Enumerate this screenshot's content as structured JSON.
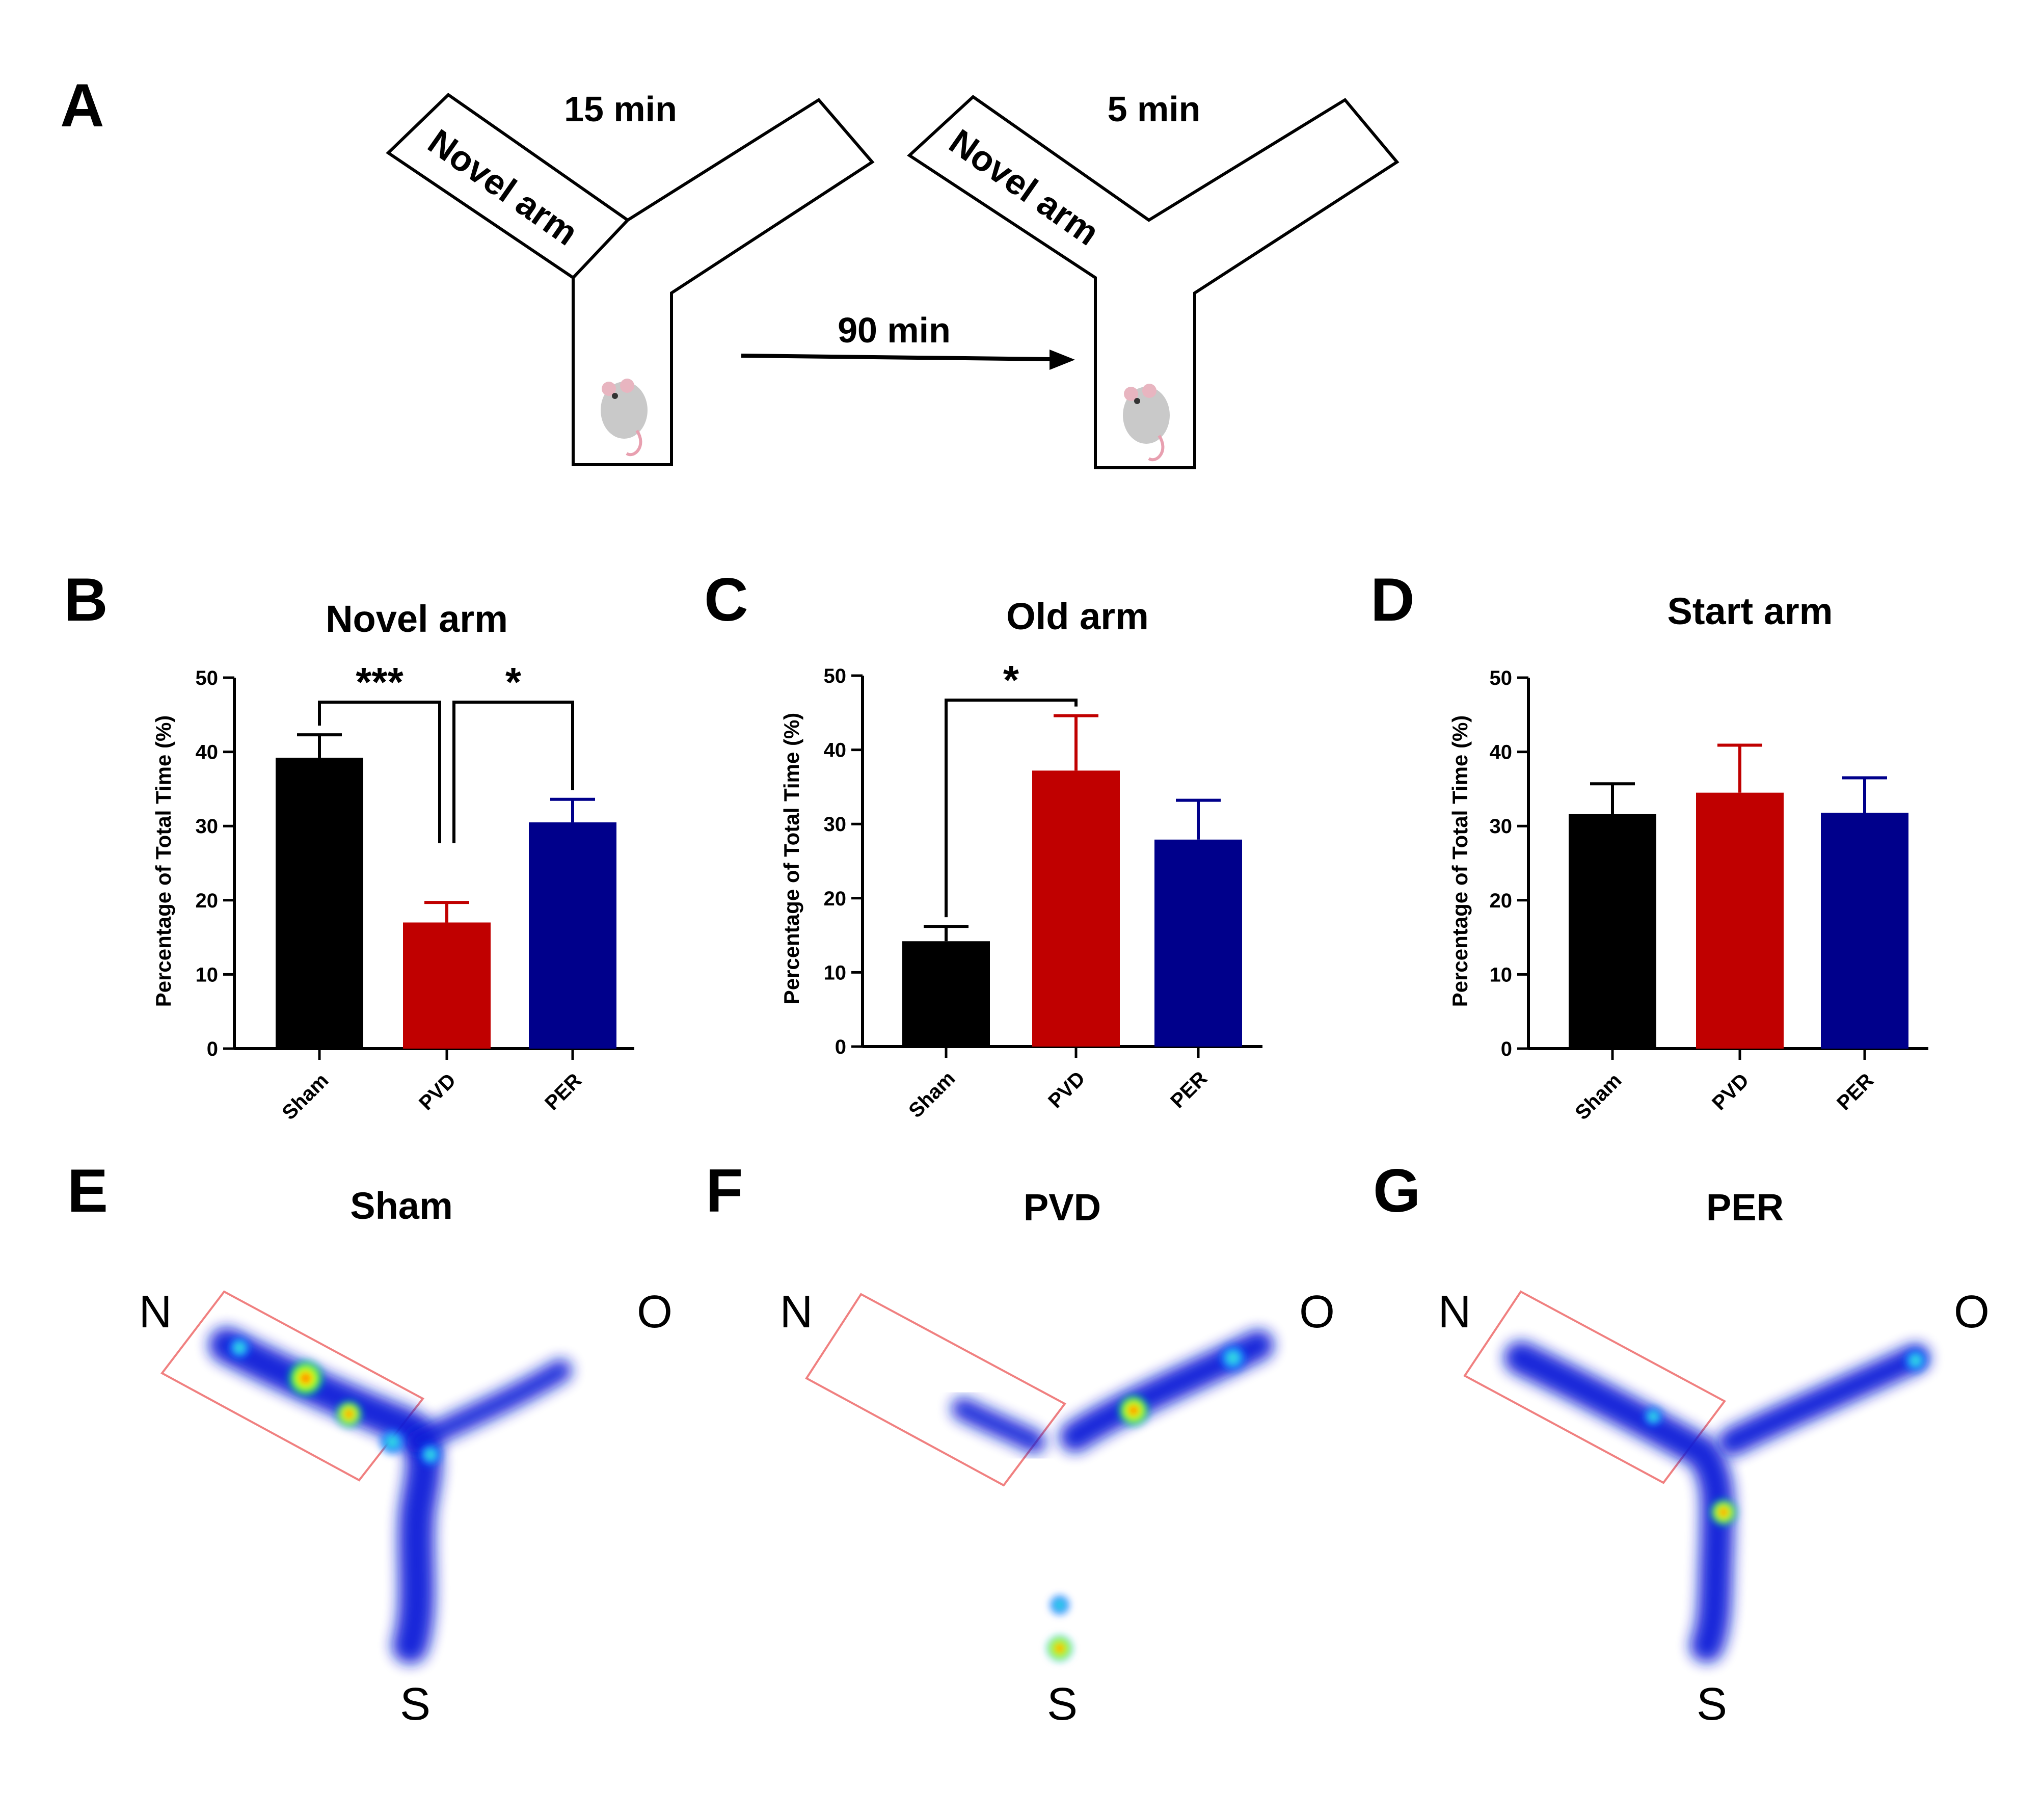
{
  "panel_letters": [
    "A",
    "B",
    "C",
    "D",
    "E",
    "F",
    "G"
  ],
  "protocol": {
    "left_time": "15 min",
    "right_time": "5 min",
    "interval": "90 min",
    "novel_arm_label": "Novel arm"
  },
  "chart_data": [
    {
      "type": "bar",
      "title": "Novel arm",
      "ylabel": "Percentage of Total Time (%)",
      "xlabel": "",
      "categories": [
        "Sham",
        "PVD",
        "PER"
      ],
      "values": [
        39.2,
        17.0,
        30.5
      ],
      "errors": [
        3.1,
        2.7,
        3.1
      ],
      "colors": [
        "#000000",
        "#c00000",
        "#00008b"
      ],
      "ylim": [
        0,
        50
      ],
      "yticks": [
        0,
        10,
        20,
        30,
        40,
        50
      ],
      "significance": [
        {
          "from": 0,
          "to": 1,
          "label": "***"
        },
        {
          "from": 1,
          "to": 2,
          "label": "*"
        }
      ]
    },
    {
      "type": "bar",
      "title": "Old arm",
      "ylabel": "Percentage of Total Time (%)",
      "xlabel": "",
      "categories": [
        "Sham",
        "PVD",
        "PER"
      ],
      "values": [
        14.2,
        37.2,
        27.9
      ],
      "errors": [
        2.0,
        7.4,
        5.3
      ],
      "colors": [
        "#000000",
        "#c00000",
        "#00008b"
      ],
      "ylim": [
        0,
        50
      ],
      "yticks": [
        0,
        10,
        20,
        30,
        40,
        50
      ],
      "significance": [
        {
          "from": 0,
          "to": 1,
          "label": "*"
        }
      ]
    },
    {
      "type": "bar",
      "title": "Start arm",
      "ylabel": "Percentage of Total Time (%)",
      "xlabel": "",
      "categories": [
        "Sham",
        "PVD",
        "PER"
      ],
      "values": [
        31.6,
        34.5,
        31.8
      ],
      "errors": [
        4.1,
        6.4,
        4.7
      ],
      "colors": [
        "#000000",
        "#c00000",
        "#00008b"
      ],
      "ylim": [
        0,
        50
      ],
      "yticks": [
        0,
        10,
        20,
        30,
        40,
        50
      ],
      "significance": []
    }
  ],
  "heatmaps": [
    {
      "title": "Sham",
      "n_label": "N",
      "o_label": "O",
      "s_label": "S"
    },
    {
      "title": "PVD",
      "n_label": "N",
      "o_label": "O",
      "s_label": "S"
    },
    {
      "title": "PER",
      "n_label": "N",
      "o_label": "O",
      "s_label": "S"
    }
  ]
}
